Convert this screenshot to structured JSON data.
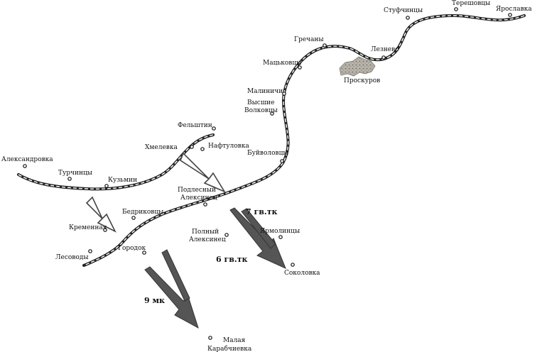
{
  "places": [
    {
      "id": "yaroslavka",
      "label": "Ярославка"
    },
    {
      "id": "tereshovtsy",
      "label": "Терешовцы"
    },
    {
      "id": "stufchintsy",
      "label": "Стуфчинцы"
    },
    {
      "id": "grechany",
      "label": "Гречаны"
    },
    {
      "id": "leznevo",
      "label": "Лезнево"
    },
    {
      "id": "matskovtsy",
      "label": "Мацьковцы"
    },
    {
      "id": "proskurov",
      "label": "Проскуров"
    },
    {
      "id": "malinichi",
      "label": "Малиничи"
    },
    {
      "id": "vysshie-volkovtsy",
      "label": "Высшие Волковцы"
    },
    {
      "id": "felshtin",
      "label": "Фельштин"
    },
    {
      "id": "khmelevka",
      "label": "Хмелевка"
    },
    {
      "id": "naftulovka",
      "label": "Нафтуловка"
    },
    {
      "id": "buivolovtsy",
      "label": "Буйволовцы"
    },
    {
      "id": "aleksandrovka",
      "label": "Александровка"
    },
    {
      "id": "turchintsy",
      "label": "Турчинцы"
    },
    {
      "id": "kuzmin",
      "label": "Кузьмин"
    },
    {
      "id": "podlesny-aleksinets",
      "label": "Подлесный Алексинец"
    },
    {
      "id": "bedrikovtsy",
      "label": "Бедриковцы"
    },
    {
      "id": "kremennaya",
      "label": "Кременная"
    },
    {
      "id": "polny-aleksinets",
      "label": "Полный Алексинец"
    },
    {
      "id": "yarmolintsy",
      "label": "Ярмолинцы"
    },
    {
      "id": "lesovody",
      "label": "Лесоводы"
    },
    {
      "id": "gorodok",
      "label": "Городок"
    },
    {
      "id": "sokolovka",
      "label": "Соколовка"
    },
    {
      "id": "malaya-karabchievka",
      "label": "Малая Карабчиевка"
    }
  ],
  "units": [
    {
      "id": "7-gv-tk",
      "label": "7 гв.тк"
    },
    {
      "id": "6-gv-tk",
      "label": "6 гв.тк"
    },
    {
      "id": "9-mk",
      "label": "9 мк"
    }
  ]
}
